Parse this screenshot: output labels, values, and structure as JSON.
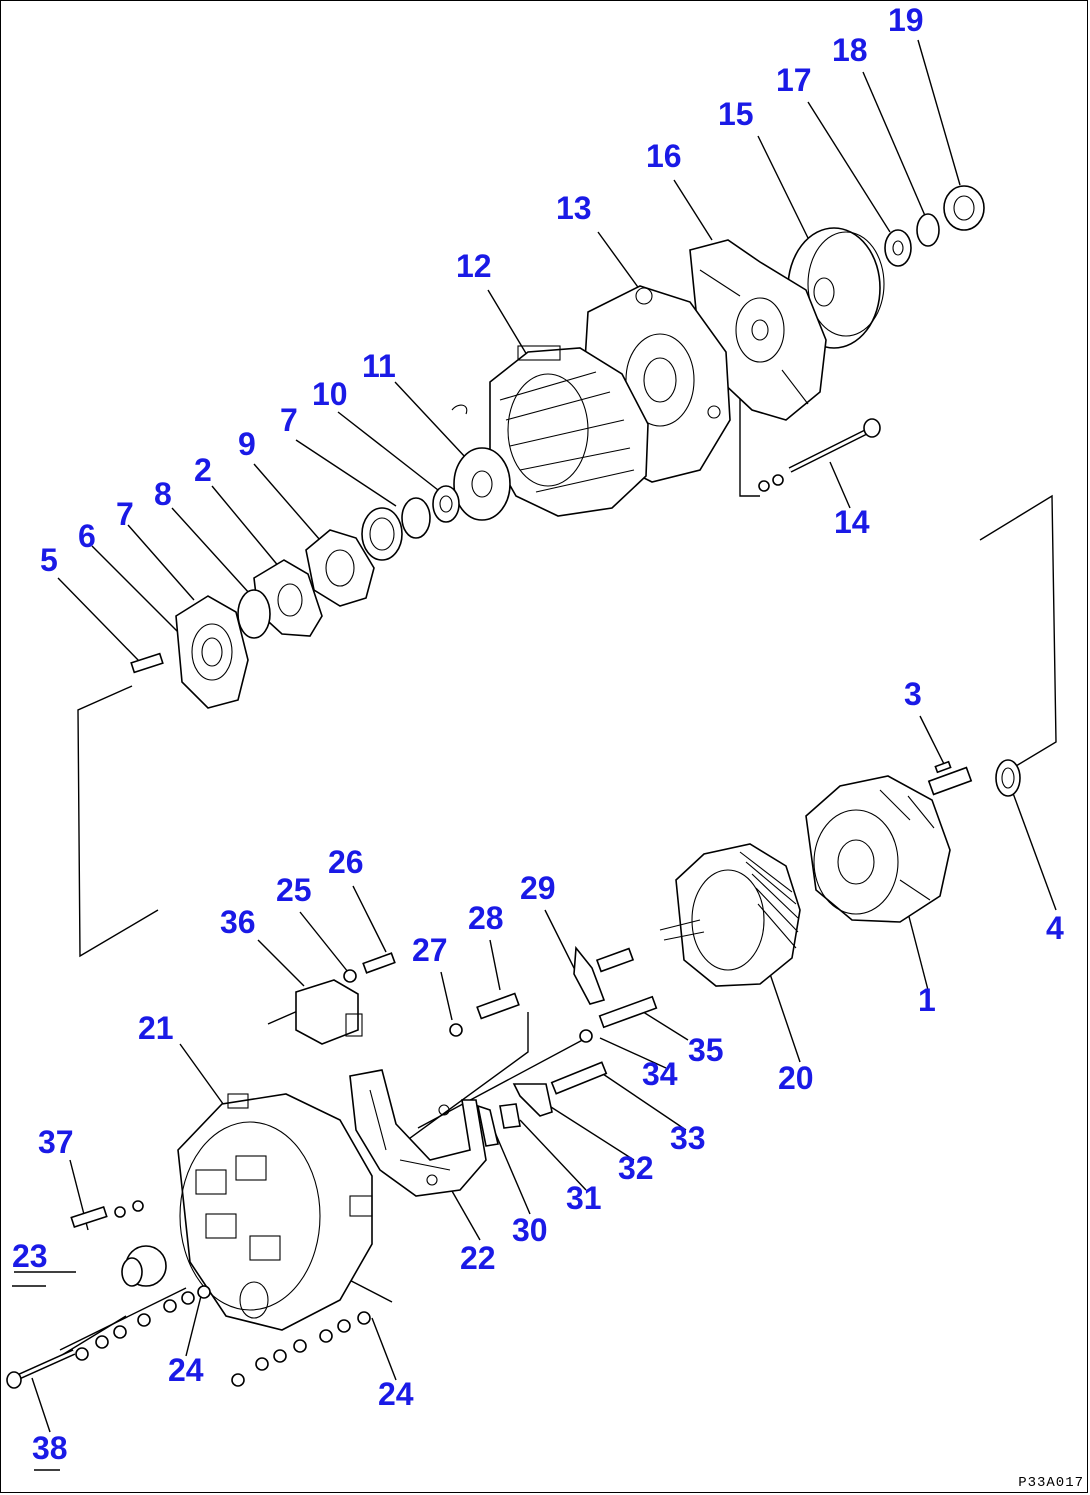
{
  "labels": [
    {
      "id": "19",
      "text": "19"
    },
    {
      "id": "18",
      "text": "18"
    },
    {
      "id": "17",
      "text": "17"
    },
    {
      "id": "15",
      "text": "15"
    },
    {
      "id": "16",
      "text": "16"
    },
    {
      "id": "13",
      "text": "13"
    },
    {
      "id": "12",
      "text": "12"
    },
    {
      "id": "11",
      "text": "11"
    },
    {
      "id": "10",
      "text": "10"
    },
    {
      "id": "7a",
      "text": "7"
    },
    {
      "id": "9",
      "text": "9"
    },
    {
      "id": "2",
      "text": "2"
    },
    {
      "id": "8",
      "text": "8"
    },
    {
      "id": "7b",
      "text": "7"
    },
    {
      "id": "6",
      "text": "6"
    },
    {
      "id": "5",
      "text": "5"
    },
    {
      "id": "14",
      "text": "14"
    },
    {
      "id": "3",
      "text": "3"
    },
    {
      "id": "4",
      "text": "4"
    },
    {
      "id": "1",
      "text": "1"
    },
    {
      "id": "20",
      "text": "20"
    },
    {
      "id": "26",
      "text": "26"
    },
    {
      "id": "25",
      "text": "25"
    },
    {
      "id": "36",
      "text": "36"
    },
    {
      "id": "29",
      "text": "29"
    },
    {
      "id": "28",
      "text": "28"
    },
    {
      "id": "27",
      "text": "27"
    },
    {
      "id": "35",
      "text": "35"
    },
    {
      "id": "34",
      "text": "34"
    },
    {
      "id": "33",
      "text": "33"
    },
    {
      "id": "32",
      "text": "32"
    },
    {
      "id": "31",
      "text": "31"
    },
    {
      "id": "30",
      "text": "30"
    },
    {
      "id": "22",
      "text": "22"
    },
    {
      "id": "21",
      "text": "21"
    },
    {
      "id": "37",
      "text": "37"
    },
    {
      "id": "23",
      "text": "23"
    },
    {
      "id": "24a",
      "text": "24"
    },
    {
      "id": "24b",
      "text": "24"
    },
    {
      "id": "38",
      "text": "38"
    }
  ],
  "drawing_code": "P33A017",
  "colors": {
    "label": "#1a1ae6",
    "line": "#000000",
    "background": "#ffffff"
  }
}
